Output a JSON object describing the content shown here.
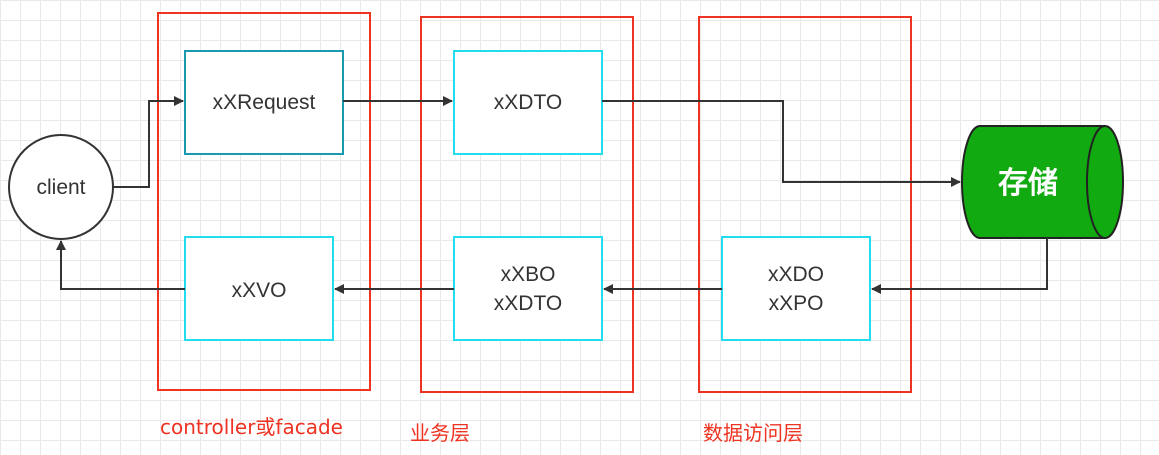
{
  "client": {
    "label": "client"
  },
  "layers": {
    "controller": {
      "label": "controller或facade"
    },
    "service": {
      "label": "业务层"
    },
    "data_access": {
      "label": "数据访问层"
    }
  },
  "nodes": {
    "request": {
      "label": "xXRequest"
    },
    "dto_in": {
      "label": "xXDTO"
    },
    "vo": {
      "label": "xXVO"
    },
    "bo_line1": {
      "label": "xXBO"
    },
    "bo_line2": {
      "label": "xXDTO"
    },
    "do_line1": {
      "label": "xXDO"
    },
    "do_line2": {
      "label": "xXPO"
    }
  },
  "storage": {
    "label": "存储"
  },
  "colors": {
    "layer_border": "#ee3322",
    "request_border": "#1a9ab0",
    "node_border": "#22ddee",
    "storage_fill": "#11aa11",
    "arrow": "#333333"
  }
}
